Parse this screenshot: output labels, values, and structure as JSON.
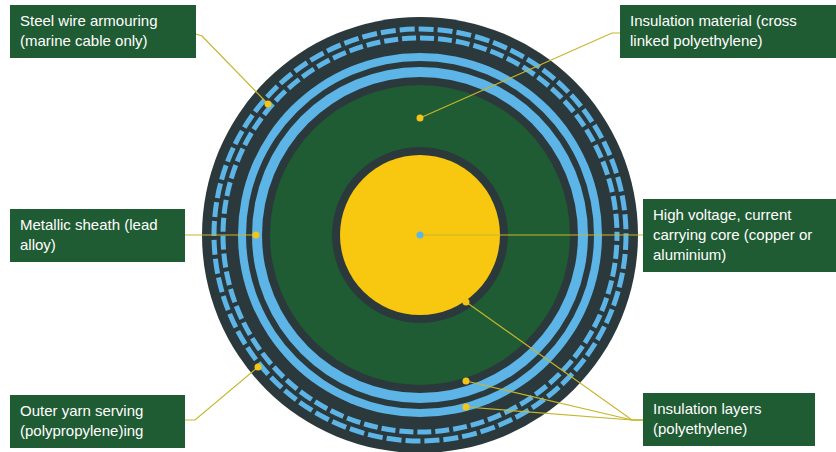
{
  "diagram": {
    "nodes": [
      {
        "text": [
          "Steel wire armouring (marine cable only)"
        ]
      },
      {
        "text": [
          "Insulation material (cross linked polyethylene)"
        ]
      },
      {
        "text": [
          "Metallic sheath (lead alloy)"
        ]
      },
      {
        "text": [
          "High voltage, current carrying core (copper or aluminium)"
        ]
      },
      {
        "text": [
          "Outer yarn serving (polypropylene)ing"
        ]
      },
      {
        "text": [
          "Insulation layers (polyethylene)"
        ]
      }
    ]
  }
}
